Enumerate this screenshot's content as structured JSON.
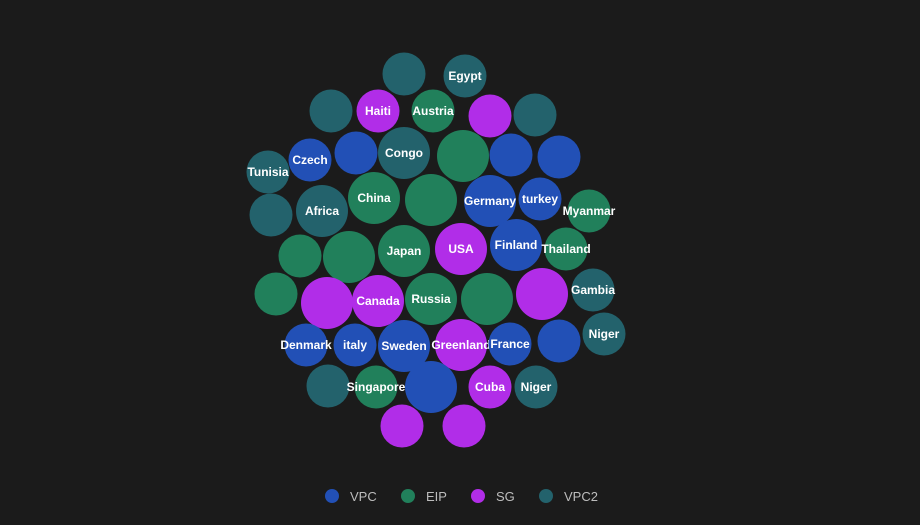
{
  "chart_data": {
    "type": "packed-bubble",
    "title": "",
    "legend_position": "bottom-center",
    "series": [
      {
        "key": "VPC",
        "name": "VPC",
        "color": "#2250b6"
      },
      {
        "key": "EIP",
        "name": "EIP",
        "color": "#21805b"
      },
      {
        "key": "SG",
        "name": "SG",
        "color": "#b12de8"
      },
      {
        "key": "VPC2",
        "name": "VPC2",
        "color": "#23626c"
      }
    ],
    "bubbles": [
      {
        "label": "",
        "series": "VPC2",
        "value": 2
      },
      {
        "label": "Egypt",
        "series": "VPC2",
        "value": 2
      },
      {
        "label": "",
        "series": "VPC2",
        "value": 2
      },
      {
        "label": "Haiti",
        "series": "SG",
        "value": 2
      },
      {
        "label": "Austria",
        "series": "EIP",
        "value": 2
      },
      {
        "label": "",
        "series": "SG",
        "value": 2
      },
      {
        "label": "",
        "series": "VPC2",
        "value": 2
      },
      {
        "label": "Czech",
        "series": "VPC",
        "value": 2
      },
      {
        "label": "",
        "series": "VPC",
        "value": 2
      },
      {
        "label": "Congo",
        "series": "VPC2",
        "value": 3
      },
      {
        "label": "",
        "series": "EIP",
        "value": 3
      },
      {
        "label": "",
        "series": "VPC",
        "value": 2
      },
      {
        "label": "",
        "series": "VPC",
        "value": 2
      },
      {
        "label": "Tunisia",
        "series": "VPC2",
        "value": 2
      },
      {
        "label": "China",
        "series": "EIP",
        "value": 3
      },
      {
        "label": "",
        "series": "EIP",
        "value": 3
      },
      {
        "label": "Germany",
        "series": "VPC",
        "value": 3
      },
      {
        "label": "turkey",
        "series": "VPC",
        "value": 2
      },
      {
        "label": "Myanmar",
        "series": "EIP",
        "value": 2
      },
      {
        "label": "",
        "series": "VPC2",
        "value": 2
      },
      {
        "label": "Africa",
        "series": "VPC2",
        "value": 3
      },
      {
        "label": "Japan",
        "series": "EIP",
        "value": 3
      },
      {
        "label": "USA",
        "series": "SG",
        "value": 3
      },
      {
        "label": "Finland",
        "series": "VPC",
        "value": 3
      },
      {
        "label": "Thailand",
        "series": "EIP",
        "value": 2
      },
      {
        "label": "",
        "series": "EIP",
        "value": 2
      },
      {
        "label": "",
        "series": "EIP",
        "value": 3
      },
      {
        "label": "Gambia",
        "series": "VPC2",
        "value": 2
      },
      {
        "label": "",
        "series": "EIP",
        "value": 2
      },
      {
        "label": "",
        "series": "SG",
        "value": 3
      },
      {
        "label": "Canada",
        "series": "SG",
        "value": 3
      },
      {
        "label": "Russia",
        "series": "EIP",
        "value": 3
      },
      {
        "label": "",
        "series": "EIP",
        "value": 3
      },
      {
        "label": "",
        "series": "SG",
        "value": 3
      },
      {
        "label": "Niger",
        "series": "VPC2",
        "value": 2
      },
      {
        "label": "Denmark",
        "series": "VPC",
        "value": 2
      },
      {
        "label": "italy",
        "series": "VPC",
        "value": 2
      },
      {
        "label": "Sweden",
        "series": "VPC",
        "value": 3
      },
      {
        "label": "Greenland",
        "series": "SG",
        "value": 3
      },
      {
        "label": "France",
        "series": "VPC",
        "value": 2
      },
      {
        "label": "",
        "series": "VPC",
        "value": 2
      },
      {
        "label": "",
        "series": "VPC2",
        "value": 2
      },
      {
        "label": "Singapore",
        "series": "EIP",
        "value": 2
      },
      {
        "label": "",
        "series": "VPC",
        "value": 3
      },
      {
        "label": "Cuba",
        "series": "SG",
        "value": 2
      },
      {
        "label": "Niger",
        "series": "VPC2",
        "value": 2
      },
      {
        "label": "",
        "series": "SG",
        "value": 2
      },
      {
        "label": "",
        "series": "SG",
        "value": 2
      }
    ]
  }
}
